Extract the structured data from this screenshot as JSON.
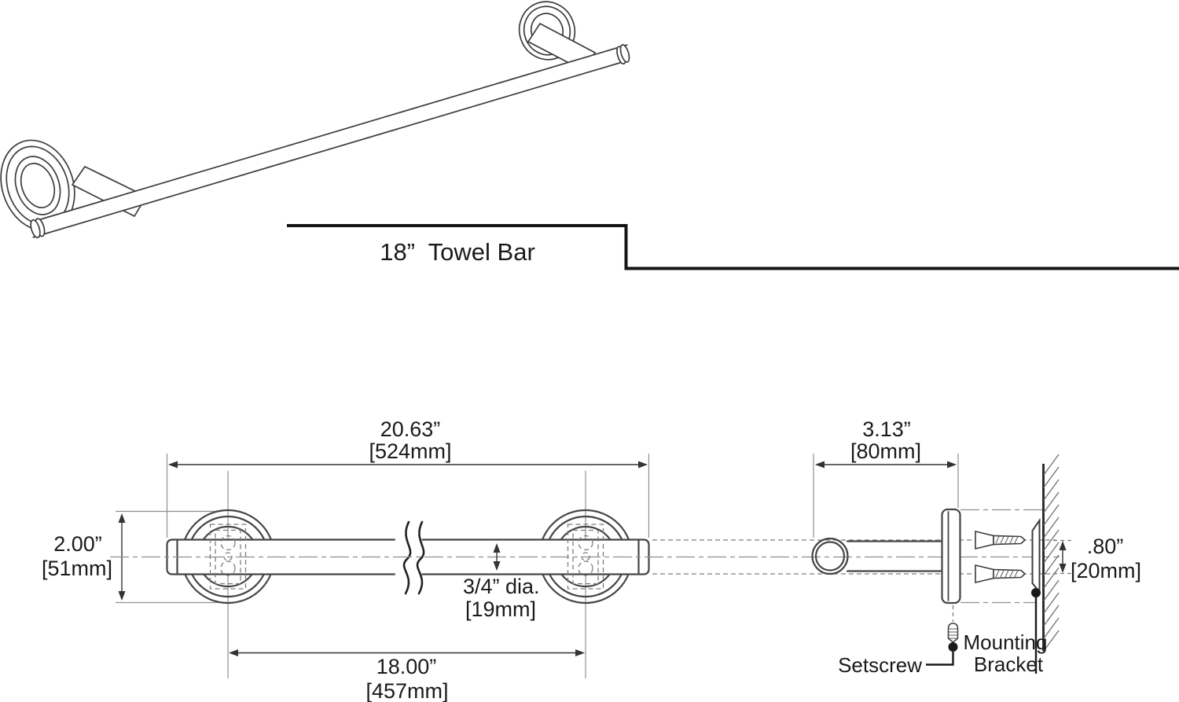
{
  "title": "18”  Towel Bar",
  "dims": {
    "overall": {
      "in": "20.63”",
      "mm": "[524mm]"
    },
    "flange": {
      "in": "2.00”",
      "mm": "[51mm]"
    },
    "bar_dia": {
      "in": "3/4” dia.",
      "mm": "[19mm]"
    },
    "centers": {
      "in": "18.00”",
      "mm": "[457mm]"
    },
    "projection": {
      "in": "3.13”",
      "mm": "[80mm]"
    },
    "bracket": {
      "in": ".80”",
      "mm": "[20mm]"
    }
  },
  "labels": {
    "setscrew": "Setscrew",
    "mounting_line1": "Mounting",
    "mounting_line2": "Bracket"
  },
  "colors": {
    "line": "#3d3d3d",
    "thin_line": "#8f8f8f",
    "text": "#1a1a1a",
    "background": "#ffffff"
  }
}
